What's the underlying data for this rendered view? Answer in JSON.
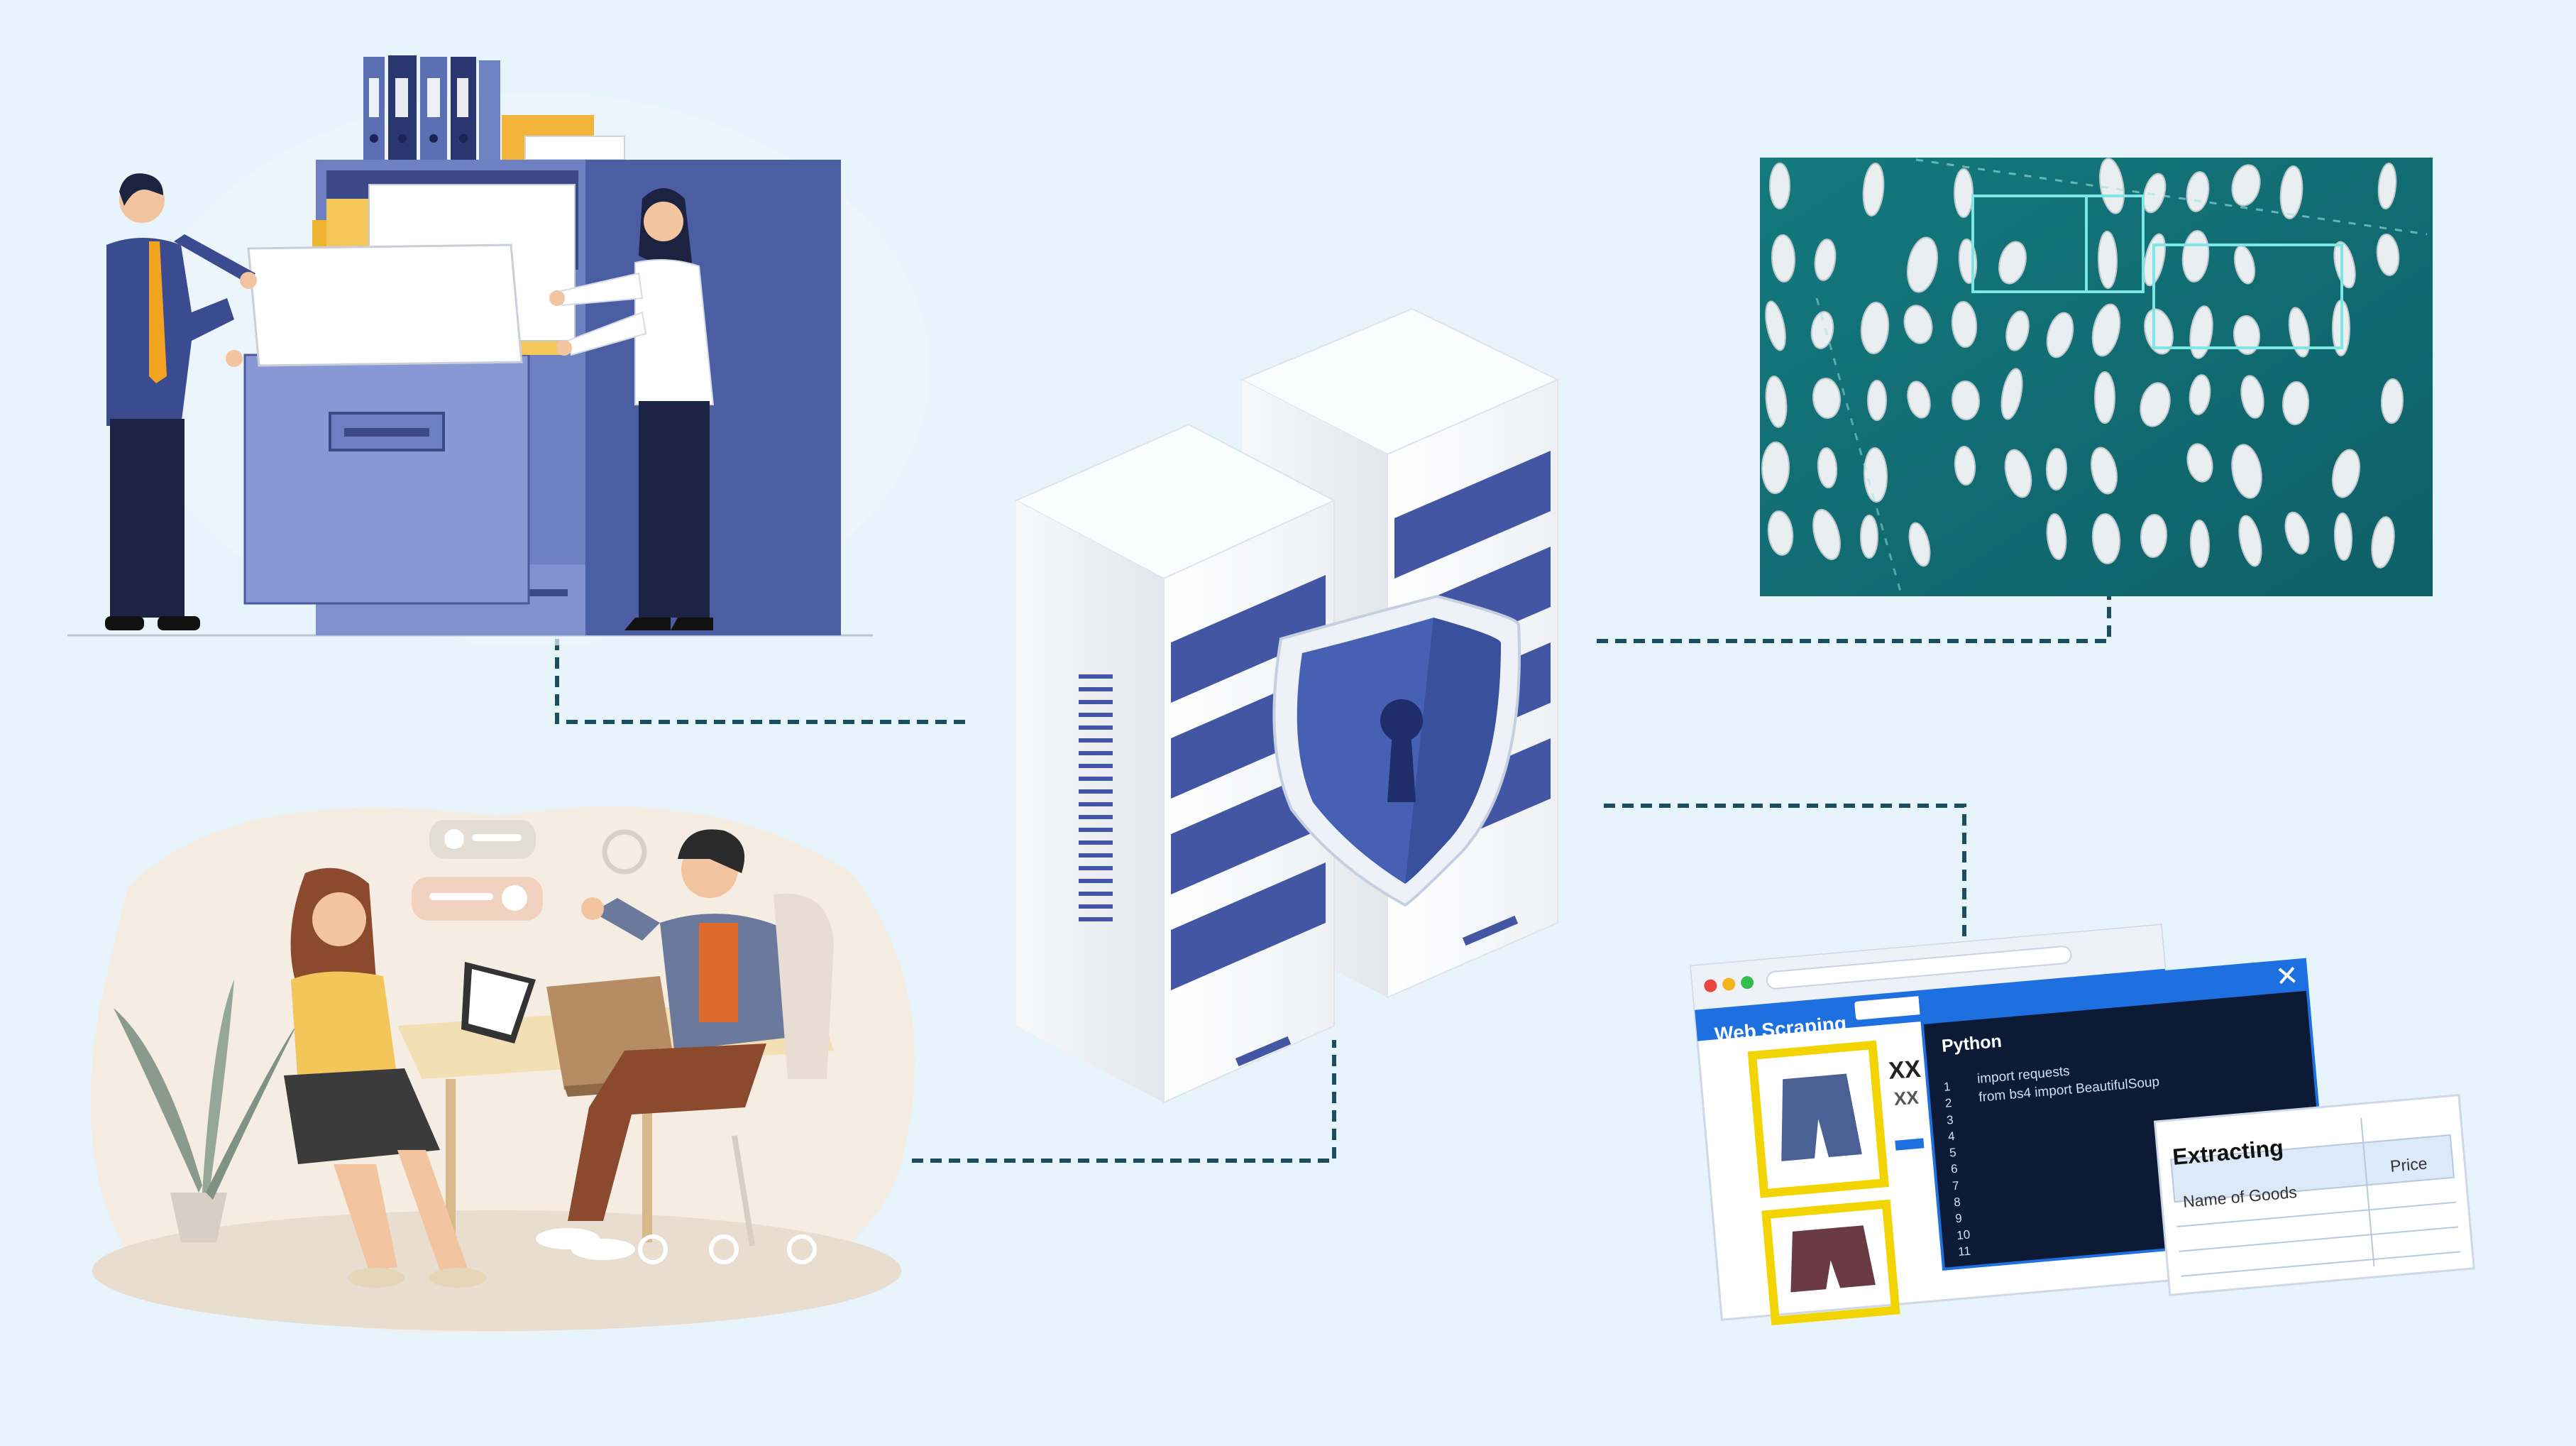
{
  "colors": {
    "background": "#e8f4fb",
    "connector": "#1d4e5f",
    "server_blue": "#3f56a8",
    "shield_blue": "#4660b4",
    "browser_blue": "#1e6fe0",
    "code_bg": "#0d1a35",
    "highlight_yellow": "#f2d400"
  },
  "server": {
    "icon": "server-rack-with-shield-icon"
  },
  "data_sources": [
    {
      "name": "archive-filing",
      "icon": "filing-cabinet-illustration"
    },
    {
      "name": "aerial-image-detection",
      "icon": "aerial-boats-photo"
    },
    {
      "name": "interview-conversation",
      "icon": "people-meeting-illustration"
    },
    {
      "name": "web-scraping",
      "icon": "browser-window-illustration"
    }
  ],
  "web_scraping": {
    "browser_title": "Web Scraping",
    "product_heading": "XX",
    "product_subheading": "XX",
    "editor_title": "Python",
    "line_numbers": [
      "1",
      "2",
      "3",
      "4",
      "5",
      "6",
      "7",
      "8",
      "9",
      "10",
      "11"
    ],
    "code_lines": [
      "import requests",
      "from bs4 import BeautifulSoup"
    ],
    "table_title": "Extracting",
    "table_columns": [
      "Name of Goods",
      "Price"
    ]
  }
}
